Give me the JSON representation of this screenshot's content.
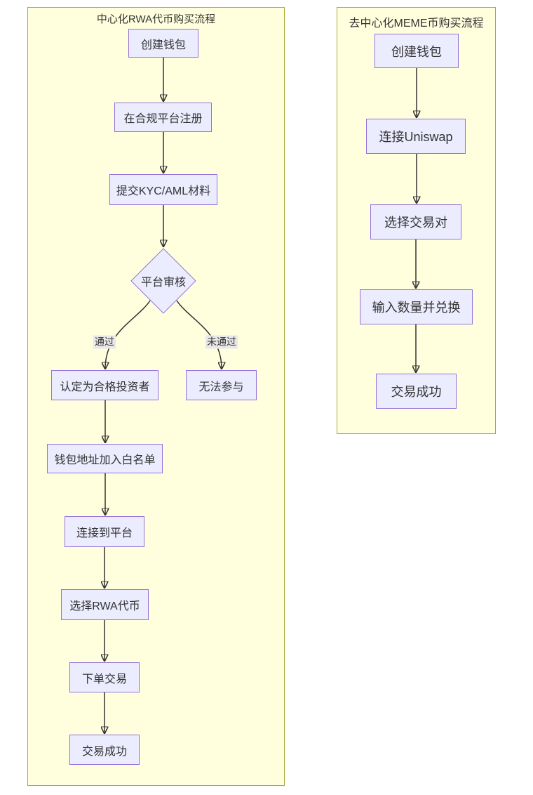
{
  "diagram": {
    "clusters": [
      {
        "title": "中心化RWA代币购买流程"
      },
      {
        "title": "去中心化MEME币购买流程"
      }
    ],
    "nodes": {
      "l1": {
        "label": "创建钱包"
      },
      "l2": {
        "label": "在合规平台注册"
      },
      "l3": {
        "label": "提交KYC/AML材料"
      },
      "l4": {
        "label": "平台审核"
      },
      "l5": {
        "label": "认定为合格投资者"
      },
      "l6": {
        "label": "无法参与"
      },
      "l7": {
        "label": "钱包地址加入白名单"
      },
      "l8": {
        "label": "连接到平台"
      },
      "l9": {
        "label": "选择RWA代币"
      },
      "l10": {
        "label": "下单交易"
      },
      "l11": {
        "label": "交易成功"
      },
      "r1": {
        "label": "创建钱包"
      },
      "r2": {
        "label": "连接Uniswap"
      },
      "r3": {
        "label": "选择交易对"
      },
      "r4": {
        "label": "输入数量并兑换"
      },
      "r5": {
        "label": "交易成功"
      }
    },
    "edge_labels": [
      {
        "label": "通过"
      },
      {
        "label": "未通过"
      }
    ],
    "flow": {
      "left": [
        {
          "from": "创建钱包",
          "to": "在合规平台注册"
        },
        {
          "from": "在合规平台注册",
          "to": "提交KYC/AML材料"
        },
        {
          "from": "提交KYC/AML材料",
          "to": "平台审核"
        },
        {
          "from": "平台审核",
          "to": "认定为合格投资者",
          "label": "通过"
        },
        {
          "from": "平台审核",
          "to": "无法参与",
          "label": "未通过"
        },
        {
          "from": "认定为合格投资者",
          "to": "钱包地址加入白名单"
        },
        {
          "from": "钱包地址加入白名单",
          "to": "连接到平台"
        },
        {
          "from": "连接到平台",
          "to": "选择RWA代币"
        },
        {
          "from": "选择RWA代币",
          "to": "下单交易"
        },
        {
          "from": "下单交易",
          "to": "交易成功"
        }
      ],
      "right": [
        {
          "from": "创建钱包",
          "to": "连接Uniswap"
        },
        {
          "from": "连接Uniswap",
          "to": "选择交易对"
        },
        {
          "from": "选择交易对",
          "to": "输入数量并兑换"
        },
        {
          "from": "输入数量并兑换",
          "to": "交易成功"
        }
      ]
    },
    "colors": {
      "cluster_fill": "#ffffde",
      "cluster_border": "#aaaa33",
      "node_fill": "#ececff",
      "node_border": "#9370db",
      "edge": "#333333",
      "edge_label_bg": "#e8e8e8",
      "text": "#333333"
    }
  }
}
